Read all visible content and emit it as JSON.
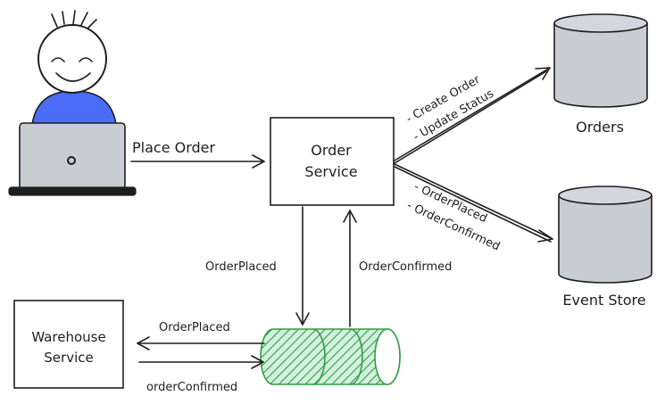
{
  "nodes": {
    "user": {
      "label": ""
    },
    "order_service": {
      "label_line1": "Order",
      "label_line2": "Service"
    },
    "orders_db": {
      "label": "Orders"
    },
    "event_store": {
      "label": "Event Store"
    },
    "warehouse_service": {
      "label_line1": "Warehouse",
      "label_line2": "Service"
    },
    "queue": {
      "label": ""
    }
  },
  "edges": {
    "place_order": "Place Order",
    "create_order": "- Create Order",
    "update_status": "- Update Status",
    "order_placed_event": "- OrderPlaced",
    "order_confirmed_event": "- OrderConfirmed",
    "service_to_queue": "OrderPlaced",
    "queue_to_service": "OrderConfirmed",
    "queue_to_warehouse": "OrderPlaced",
    "warehouse_to_queue": "orderConfirmed"
  },
  "colors": {
    "stroke": "#1e1e1e",
    "person_shirt": "#4a6cf7",
    "laptop": "#c9ccd3",
    "database": "#c9ccd3",
    "queue_fill": "#8fd3a8",
    "queue_stroke": "#2f9e44"
  }
}
